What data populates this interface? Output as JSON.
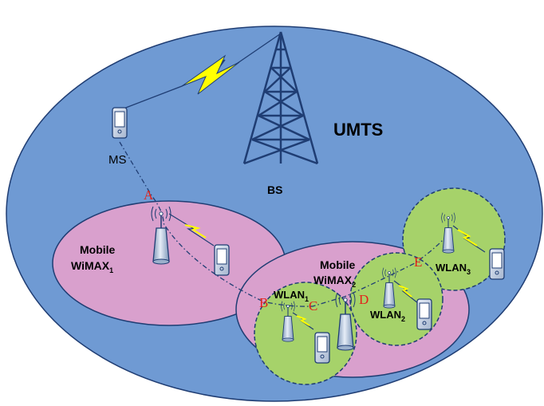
{
  "networks": {
    "umts": "UMTS",
    "bs": "BS",
    "ms": "MS",
    "wimax1": {
      "line1": "Mobile",
      "line2": "WiMAX",
      "sub": "1"
    },
    "wimax2": {
      "line1": "Mobile",
      "line2": "WiMAX",
      "sub": "2"
    },
    "wlan1": {
      "name": "WLAN",
      "sub": "1"
    },
    "wlan2": {
      "name": "WLAN",
      "sub": "2"
    },
    "wlan3": {
      "name": "WLAN",
      "sub": "3"
    }
  },
  "path_points": [
    "A",
    "B",
    "C",
    "D",
    "E"
  ],
  "colors": {
    "umts_fill": "#6f9ad3",
    "wimax_fill": "#d9a0cd",
    "wlan_fill": "#a6d26a",
    "tower": "#1f3d73",
    "lightning": "#ffff00",
    "point_label": "#e2231a"
  }
}
